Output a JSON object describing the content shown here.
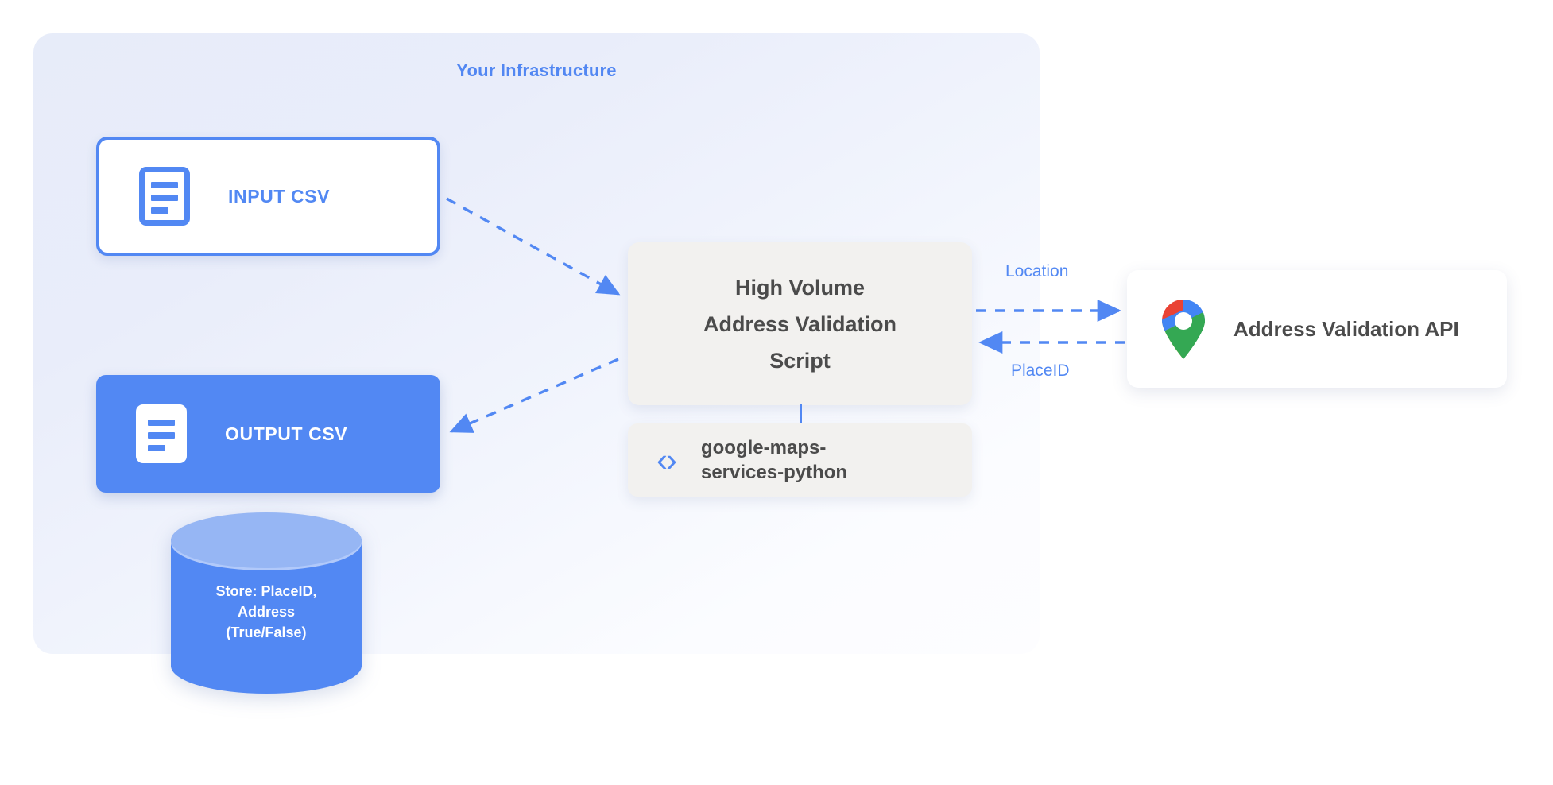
{
  "panel": {
    "title": "Your Infrastructure"
  },
  "nodes": {
    "input_csv": {
      "label": "INPUT CSV",
      "icon": "document-icon"
    },
    "output_csv": {
      "label": "OUTPUT CSV",
      "icon": "document-icon"
    },
    "database": {
      "line1": "Store: PlaceID,",
      "line2": "Address",
      "line3": "(True/False)"
    },
    "script": {
      "line1": "High Volume",
      "line2": "Address Validation",
      "line3": "Script"
    },
    "library": {
      "icon": "code-brackets-icon",
      "icon_glyph": "‹›",
      "line1": "google-maps-",
      "line2": "services-python"
    },
    "api": {
      "label": "Address Validation API",
      "icon": "google-maps-pin-icon"
    }
  },
  "edges": {
    "request_label": "Location",
    "response_label": "PlaceID"
  },
  "colors": {
    "brand_blue": "#5288f3",
    "panel_bg": "#e7ecf9",
    "box_gray": "#f2f1ef",
    "text_dark": "#4b4b4b",
    "db_top": "#96b6f4",
    "pin_blue": "#4285f4",
    "pin_red": "#ea4335",
    "pin_yellow": "#fbbc04",
    "pin_green": "#34a853"
  }
}
